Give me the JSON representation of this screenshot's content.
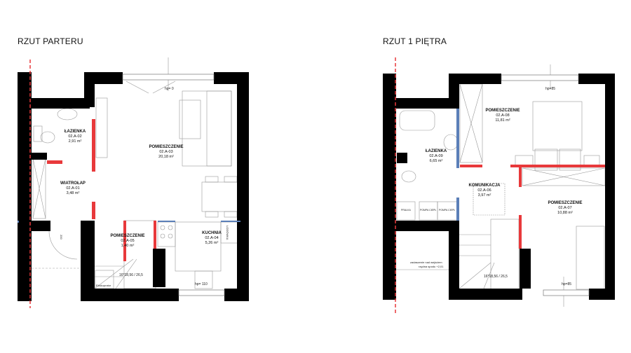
{
  "plans": [
    {
      "title": "RZUT PARTERU",
      "rooms": [
        {
          "name": "ŁAZIENKA",
          "code": "02.A-02",
          "area": "2,91 m²"
        },
        {
          "name": "POMIESZCZENIE",
          "code": "02.A-03",
          "area": "20,18 m²"
        },
        {
          "name": "WIATROŁAP",
          "code": "02.A-01",
          "area": "3,48 m²"
        },
        {
          "name": "POMIESZCZENIE",
          "code": "02.A-05",
          "area": "1,40 m²"
        },
        {
          "name": "KUCHNIA",
          "code": "02.A-04",
          "area": "5,26 m²"
        }
      ],
      "notes": {
        "hp_top": "hp= 0",
        "hp_bottom": "hp= 110",
        "stairs": "16*18,56 / 26,5",
        "storage": "Ekskuprator",
        "fridge": "LODÓWKA",
        "door_dim": "200"
      }
    },
    {
      "title": "RZUT 1 PIĘTRA",
      "rooms": [
        {
          "name": "POMIESZCZENIE",
          "code": "02.A-08",
          "area": "11,81 m²"
        },
        {
          "name": "ŁAZIENKA",
          "code": "02.A-09",
          "area": "6,65 m²"
        },
        {
          "name": "KOMUNIKACJA",
          "code": "02.A-06",
          "area": "3,97 m²"
        },
        {
          "name": "POMIESZCZENIE",
          "code": "02.A-07",
          "area": "10,88 m²"
        }
      ],
      "notes": {
        "hp_top": "hp=85",
        "hp_bottom": "hp=85",
        "stairs": "16*18,56 / 26,5",
        "canopy_line1": "zadaszenie nad wejściem",
        "canopy_line2": "rzędna spodu +2,01",
        "appliance1": "PRALKA",
        "appliance2": "POMPA CIEPŁ",
        "appliance3": "POMPA CIEPŁ"
      }
    }
  ],
  "colors": {
    "wall": "#000000",
    "partition": "#e8393b",
    "window": "#5b7fb8",
    "line": "#9a9a9a"
  }
}
